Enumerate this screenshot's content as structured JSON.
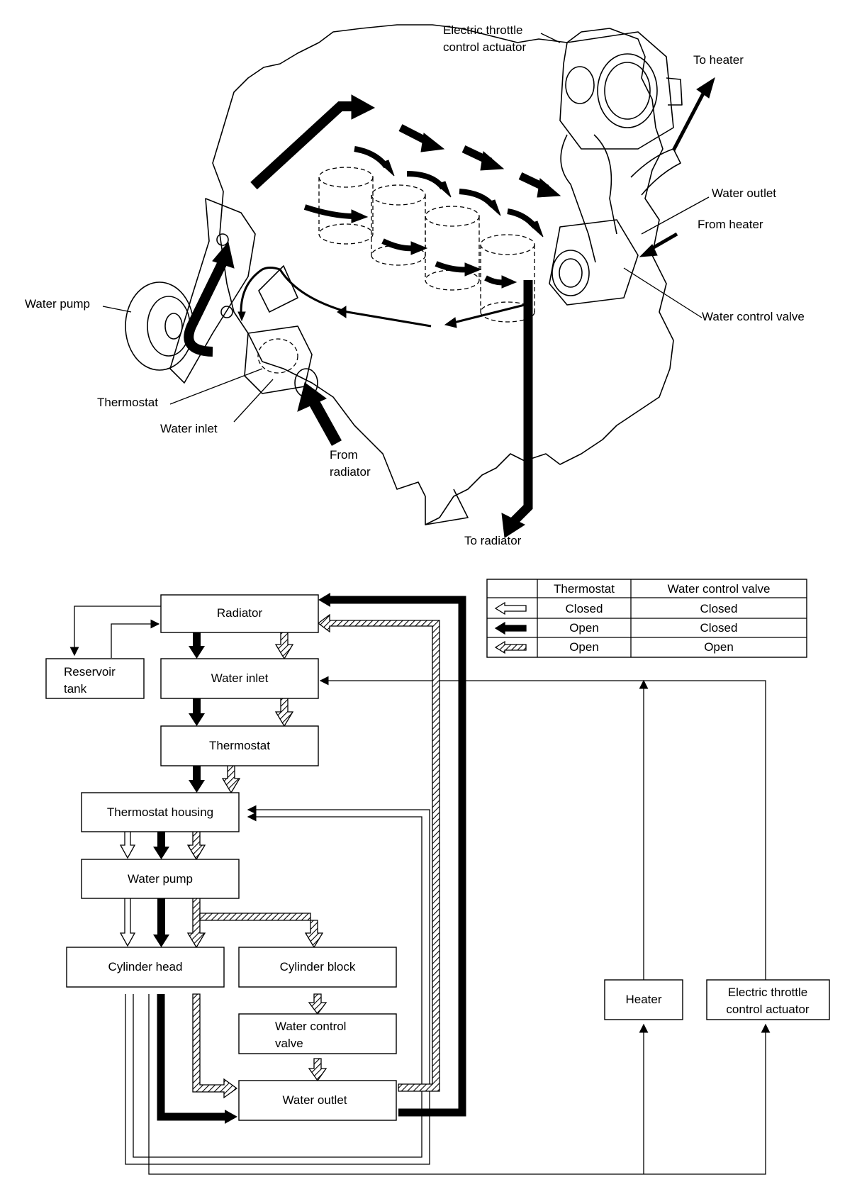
{
  "engine_labels": {
    "throttle": [
      "Electric throttle",
      "control actuator"
    ],
    "to_heater": "To heater",
    "water_outlet": "Water outlet",
    "from_heater": "From heater",
    "water_control_valve": "Water control valve",
    "water_pump": "Water pump",
    "thermostat": "Thermostat",
    "water_inlet": "Water inlet",
    "from_radiator": [
      "From",
      "radiator"
    ],
    "to_radiator": "To radiator"
  },
  "legend": {
    "headers": [
      "",
      "Thermostat",
      "Water control valve"
    ],
    "rows": [
      {
        "style": "hollow",
        "thermostat": "Closed",
        "valve": "Closed"
      },
      {
        "style": "solid",
        "thermostat": "Open",
        "valve": "Closed"
      },
      {
        "style": "hatched",
        "thermostat": "Open",
        "valve": "Open"
      }
    ]
  },
  "blocks": {
    "radiator": "Radiator",
    "reservoir": [
      "Reservoir",
      "tank"
    ],
    "water_inlet": "Water inlet",
    "thermostat": "Thermostat",
    "thermostat_housing": "Thermostat housing",
    "water_pump": "Water pump",
    "cylinder_head": "Cylinder head",
    "cylinder_block": "Cylinder block",
    "water_control_valve": [
      "Water control",
      "valve"
    ],
    "water_outlet": "Water outlet",
    "heater": "Heater",
    "throttle": [
      "Electric throttle",
      "control actuator"
    ]
  }
}
